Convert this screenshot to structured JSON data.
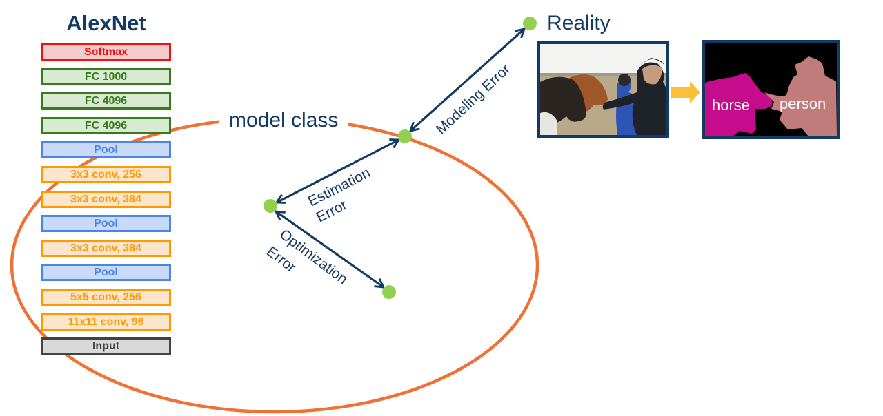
{
  "title": "AlexNet",
  "layers": [
    {
      "label": "Softmax",
      "kind": "softmax"
    },
    {
      "label": "FC 1000",
      "kind": "fc"
    },
    {
      "label": "FC 4096",
      "kind": "fc"
    },
    {
      "label": "FC 4096",
      "kind": "fc"
    },
    {
      "label": "Pool",
      "kind": "pool"
    },
    {
      "label": "3x3 conv, 256",
      "kind": "conv"
    },
    {
      "label": "3x3 conv, 384",
      "kind": "conv"
    },
    {
      "label": "Pool",
      "kind": "pool"
    },
    {
      "label": "3x3 conv, 384",
      "kind": "conv"
    },
    {
      "label": "Pool",
      "kind": "pool"
    },
    {
      "label": "5x5 conv, 256",
      "kind": "conv"
    },
    {
      "label": "11x11 conv, 96",
      "kind": "conv"
    },
    {
      "label": "Input",
      "kind": "input"
    }
  ],
  "labels": {
    "model_class": "model class",
    "reality": "Reality",
    "modeling_error": "Modeling Error",
    "estimation_error_line1": "Estimation",
    "estimation_error_line2": "Error",
    "optimization_error_line1": "Optimization",
    "optimization_error_line2": "Error"
  },
  "segmentation": {
    "horse_label": "horse",
    "person_label": "person"
  },
  "colors": {
    "navy": "#123a62",
    "ellipse": "#f07135",
    "dot": "#92d050",
    "transfer_arrow": "#fbbf3a",
    "horse_mask": "#c40c8c",
    "person_mask": "#c07c7a"
  }
}
